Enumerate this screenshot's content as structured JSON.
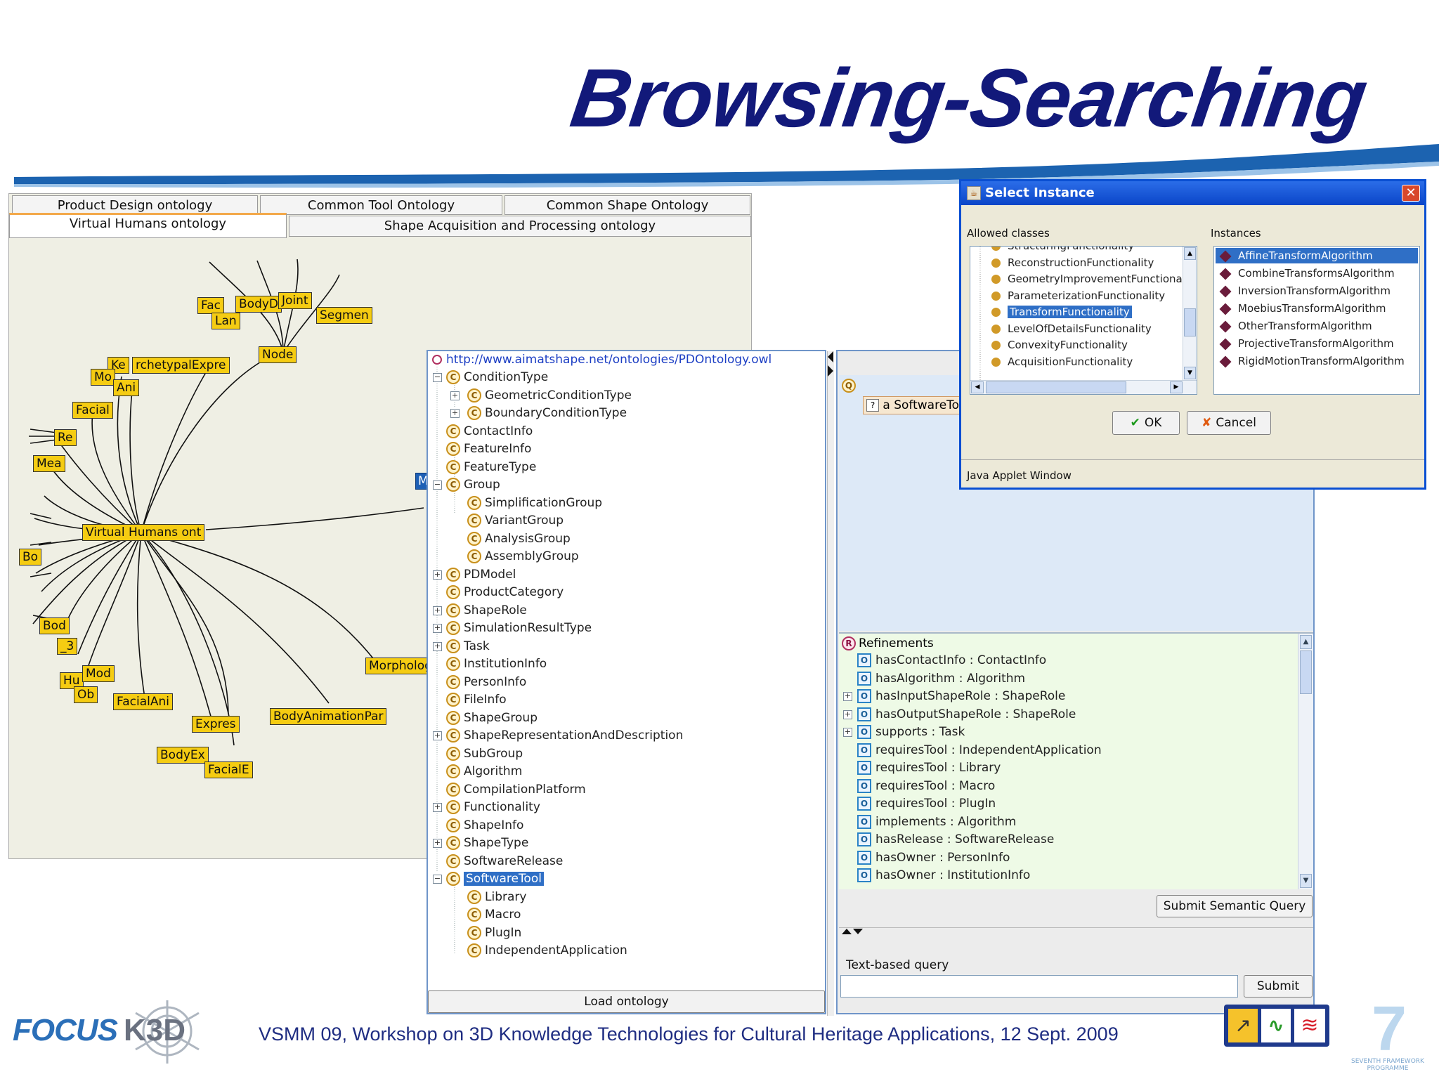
{
  "slide": {
    "title": "Browsing-Searching",
    "footer": "VSMM 09, Workshop on 3D Knowledge Technologies for Cultural Heritage Applications, 12 Sept. 2009",
    "logo_left_a": "FOCUS",
    "logo_left_b": "K3D",
    "logo_right_text": "SEVENTH FRAMEWORK PROGRAMME"
  },
  "ontology_tabs": {
    "row1": [
      "Product Design ontology",
      "Common Tool Ontology",
      "Common Shape Ontology"
    ],
    "row2": [
      "Virtual Humans ontology",
      "Shape Acquisition and Processing ontology"
    ],
    "selected": "Virtual Humans ontology"
  },
  "graph_nodes": [
    "Fac",
    "BodyD",
    "Joint",
    "Lan",
    "Segmen",
    "Node",
    "Ke",
    "rchetypalExpre",
    "Mo",
    "Ani",
    "Facial",
    "Re",
    "Mea",
    "Virtual Humans ont",
    "Bo",
    "Bod",
    "_3",
    "Hu",
    "Mod",
    "Ob",
    "FacialAni",
    "Expres",
    "BodyEx",
    "FacialE",
    "BodyAnimationPar",
    "Morpholog",
    "M"
  ],
  "tree": {
    "root_url": "http://www.aimatshape.net/ontologies/PDOntology.owl",
    "class_icon": "C",
    "items": [
      {
        "label": "ConditionType",
        "level": 0,
        "expander": "-"
      },
      {
        "label": "GeometricConditionType",
        "level": 1,
        "expander": "+"
      },
      {
        "label": "BoundaryConditionType",
        "level": 1,
        "expander": "+"
      },
      {
        "label": "ContactInfo",
        "level": 0,
        "expander": ""
      },
      {
        "label": "FeatureInfo",
        "level": 0,
        "expander": ""
      },
      {
        "label": "FeatureType",
        "level": 0,
        "expander": ""
      },
      {
        "label": "Group",
        "level": 0,
        "expander": "-"
      },
      {
        "label": "SimplificationGroup",
        "level": 1,
        "expander": ""
      },
      {
        "label": "VariantGroup",
        "level": 1,
        "expander": ""
      },
      {
        "label": "AnalysisGroup",
        "level": 1,
        "expander": ""
      },
      {
        "label": "AssemblyGroup",
        "level": 1,
        "expander": ""
      },
      {
        "label": "PDModel",
        "level": 0,
        "expander": "+"
      },
      {
        "label": "ProductCategory",
        "level": 0,
        "expander": ""
      },
      {
        "label": "ShapeRole",
        "level": 0,
        "expander": "+"
      },
      {
        "label": "SimulationResultType",
        "level": 0,
        "expander": "+"
      },
      {
        "label": "Task",
        "level": 0,
        "expander": "+"
      },
      {
        "label": "InstitutionInfo",
        "level": 0,
        "expander": ""
      },
      {
        "label": "PersonInfo",
        "level": 0,
        "expander": ""
      },
      {
        "label": "FileInfo",
        "level": 0,
        "expander": ""
      },
      {
        "label": "ShapeGroup",
        "level": 0,
        "expander": ""
      },
      {
        "label": "ShapeRepresentationAndDescription",
        "level": 0,
        "expander": "+"
      },
      {
        "label": "SubGroup",
        "level": 0,
        "expander": ""
      },
      {
        "label": "Algorithm",
        "level": 0,
        "expander": ""
      },
      {
        "label": "CompilationPlatform",
        "level": 0,
        "expander": ""
      },
      {
        "label": "Functionality",
        "level": 0,
        "expander": "+"
      },
      {
        "label": "ShapeInfo",
        "level": 0,
        "expander": ""
      },
      {
        "label": "ShapeType",
        "level": 0,
        "expander": "+"
      },
      {
        "label": "SoftwareRelease",
        "level": 0,
        "expander": ""
      },
      {
        "label": "SoftwareTool",
        "level": 0,
        "expander": "-",
        "selected": true
      },
      {
        "label": "Library",
        "level": 1,
        "expander": ""
      },
      {
        "label": "Macro",
        "level": 1,
        "expander": ""
      },
      {
        "label": "PlugIn",
        "level": 1,
        "expander": ""
      },
      {
        "label": "IndependentApplication",
        "level": 1,
        "expander": ""
      }
    ],
    "load_button": "Load ontology"
  },
  "query": {
    "query_icon": "Q",
    "unknown_icon": "?",
    "node_label": "a SoftwareToo",
    "refinements_icon": "R",
    "refinements_label": "Refinements",
    "property_icon": "O",
    "refinements": [
      {
        "label": "hasContactInfo : ContactInfo",
        "expander": ""
      },
      {
        "label": "hasAlgorithm : Algorithm",
        "expander": ""
      },
      {
        "label": "hasInputShapeRole : ShapeRole",
        "expander": "+"
      },
      {
        "label": "hasOutputShapeRole : ShapeRole",
        "expander": "+"
      },
      {
        "label": "supports : Task",
        "expander": "+"
      },
      {
        "label": "requiresTool : IndependentApplication",
        "expander": ""
      },
      {
        "label": "requiresTool : Library",
        "expander": ""
      },
      {
        "label": "requiresTool : Macro",
        "expander": ""
      },
      {
        "label": "requiresTool : PlugIn",
        "expander": ""
      },
      {
        "label": "implements : Algorithm",
        "expander": ""
      },
      {
        "label": "hasRelease : SoftwareRelease",
        "expander": ""
      },
      {
        "label": "hasOwner : PersonInfo",
        "expander": ""
      },
      {
        "label": "hasOwner : InstitutionInfo",
        "expander": ""
      }
    ],
    "submit_semantic": "Submit Semantic Query",
    "text_query_label": "Text-based query",
    "text_query_value": "",
    "submit": "Submit"
  },
  "dialog": {
    "title": "Select Instance",
    "allowed_label": "Allowed classes",
    "instances_label": "Instances",
    "classes": [
      "StructuringFunctionality",
      "ReconstructionFunctionality",
      "GeometryImprovementFunctionalit",
      "ParameterizationFunctionality",
      "TransformFunctionality",
      "LevelOfDetailsFunctionality",
      "ConvexityFunctionality",
      "AcquisitionFunctionality"
    ],
    "selected_class": "TransformFunctionality",
    "instances": [
      "AffineTransformAlgorithm",
      "CombineTransformsAlgorithm",
      "InversionTransformAlgorithm",
      "MoebiusTransformAlgorithm",
      "OtherTransformAlgorithm",
      "ProjectiveTransformAlgorithm",
      "RigidMotionTransformAlgorithm"
    ],
    "selected_instance": "AffineTransformAlgorithm",
    "ok": "OK",
    "cancel": "Cancel",
    "status": "Java Applet Window"
  },
  "colors": {
    "title": "#12197a",
    "node_fill": "#f5cc12",
    "selection": "#2f6fc6",
    "dialog_title": "#0a4fd2",
    "refinement_bg": "#eefae6",
    "query_bg": "#dde9f7"
  }
}
